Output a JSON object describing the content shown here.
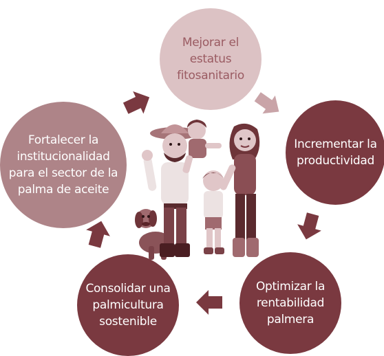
{
  "steps": [
    {
      "label": "Mejorar el\nestatus\nfitosanitario"
    },
    {
      "label": "Incrementar la\nproductividad"
    },
    {
      "label": "Optimizar la\nrentabilidad\npalmera"
    },
    {
      "label": "Consolidar una\npalmicultura\nsostenible"
    },
    {
      "label": "Fortalecer la\ninstitucionalidad\npara el sector de la\npalma de aceite"
    }
  ],
  "colors": {
    "light": "#dcc2c4",
    "medium": "#ae8488",
    "dark": "#7a3940",
    "arrow_light": "#c9a4a8",
    "arrow_dark": "#7a3940"
  }
}
